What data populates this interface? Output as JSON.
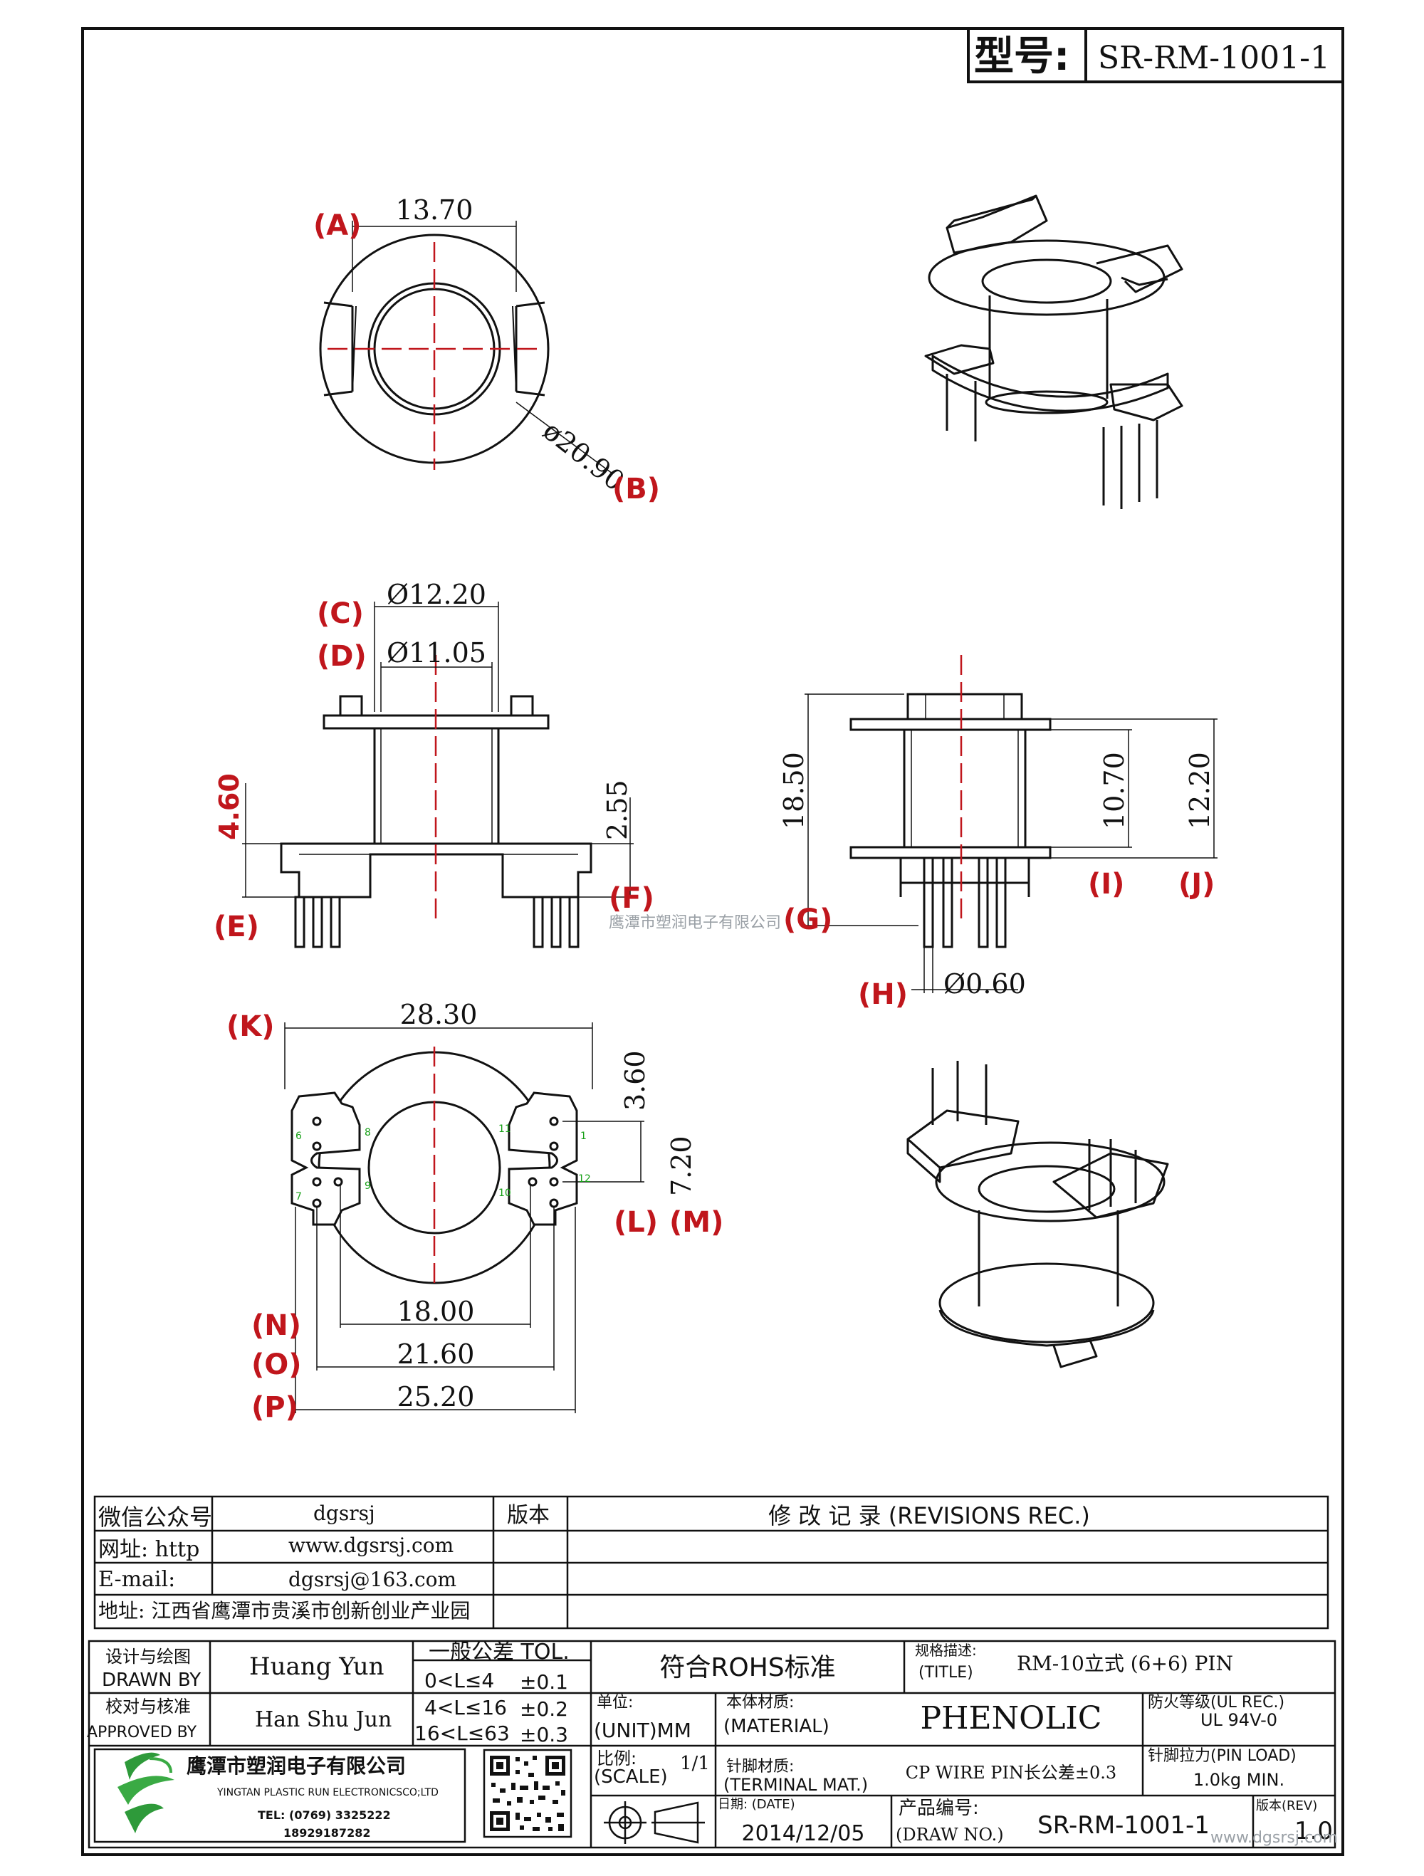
{
  "header": {
    "model_label": "型号:",
    "model_number": "SR-RM-1001-1"
  },
  "dimensions": {
    "a": "13.70",
    "b": "ø20.90",
    "c": "Ø12.20",
    "d": "Ø11.05",
    "e_h1": "4.60",
    "f_h2": "2.55",
    "g": "18.50",
    "i": "10.70",
    "j": "12.20",
    "h": "Ø0.60",
    "k": "28.30",
    "l": "3.60",
    "m": "7.20",
    "n": "18.00",
    "o": "21.60",
    "p": "25.20"
  },
  "labels": {
    "a": "(A)",
    "b": "(B)",
    "c": "(C)",
    "d": "(D)",
    "e": "(E)",
    "f": "(F)",
    "g": "(G)",
    "h": "(H)",
    "i": "(I)",
    "j": "(J)",
    "k": "(K)",
    "l": "(L)",
    "m": "(M)",
    "n": "(N)",
    "o": "(O)",
    "p": "(P)"
  },
  "pin_numbers": {
    "p1": "1",
    "p6": "6",
    "p7": "7",
    "p12": "12",
    "p8": "8",
    "p9": "9",
    "p10": "10",
    "p11": "11"
  },
  "watermark": {
    "center": "鹰潭市塑润电子有限公司",
    "corner": "www.dgsrsj.com"
  },
  "info": {
    "wechat_label": "微信公众号",
    "wechat_value": "dgsrsj",
    "web_label": "网址: http",
    "web_value": "www.dgsrsj.com",
    "email_label": "E-mail:",
    "email_value": "dgsrsj@163.com",
    "address": "地址: 江西省鹰潭市贵溪市创新创业产业园",
    "version_label": "版本",
    "revisions_title": "修 改 记 录 (REVISIONS REC.)"
  },
  "titleblock": {
    "drawn_cn": "设计与绘图",
    "drawn_en": "DRAWN BY",
    "drawn_name": "Huang  Yun",
    "approved_cn": "校对与核准",
    "approved_en": "APPROVED BY",
    "approved_name": "Han Shu Jun",
    "tol_title": "一般公差 TOL.",
    "tol_r1": "0<L≤4",
    "tol_v1": "±0.1",
    "tol_r2": "4<L≤16",
    "tol_v2": "±0.2",
    "tol_r3": "16<L≤63",
    "tol_v3": "±0.3",
    "rohs": "符合ROHS标准",
    "title_cn": "规格描述:",
    "title_en": "(TITLE)",
    "title_value": "RM-10立式 (6+6) PIN",
    "unit_cn": "单位:",
    "unit_en": "(UNIT)MM",
    "material_cn": "本体材质:",
    "material_en": "(MATERIAL)",
    "material_value": "PHENOLIC",
    "fire_cn": "防火等级(UL REC.)",
    "fire_value": "UL 94V-0",
    "scale_cn": "比例:",
    "scale_en": "(SCALE)",
    "scale_value": "1/1",
    "terminal_cn": "针脚材质:",
    "terminal_en": "(TERMINAL MAT.)",
    "terminal_value": "CP WIRE  PIN长公差±0.3",
    "pinload_cn": "针脚拉力(PIN LOAD)",
    "pinload_value": "1.0kg MIN.",
    "date_cn": "日期: (DATE)",
    "date_value": "2014/12/05",
    "drawno_cn": "产品编号:",
    "drawno_en": "(DRAW NO.)",
    "drawno_value": "SR-RM-1001-1",
    "rev_cn": "版本(REV)",
    "rev_value": "1.0",
    "company_cn": "鹰潭市塑润电子有限公司",
    "company_en": "YINGTAN PLASTIC RUN ELECTRONICSCO;LTD",
    "tel": "TEL: (0769) 3325222",
    "mobile": "18929187282"
  }
}
